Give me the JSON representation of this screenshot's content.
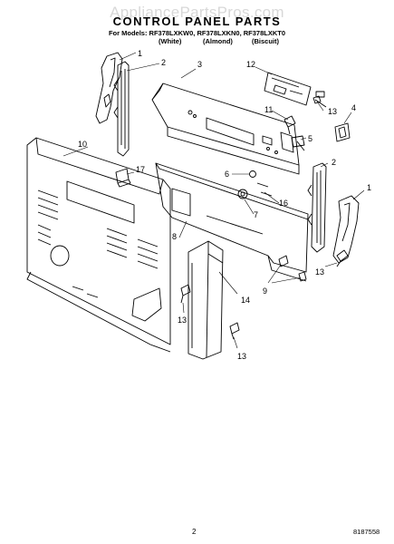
{
  "watermark": "AppliancePartsPros.com",
  "title": "CONTROL PANEL PARTS",
  "models_line": "For Models: RF378LXKW0, RF378LXKN0, RF378LXKT0",
  "variants": [
    "(White)",
    "(Almond)",
    "(Biscuit)"
  ],
  "callouts": [
    "1",
    "2",
    "3",
    "12",
    "13",
    "11",
    "4",
    "5",
    "6",
    "10",
    "17",
    "2",
    "1",
    "7",
    "16",
    "8",
    "9",
    "13",
    "14",
    "13",
    "13"
  ],
  "page_number": "2",
  "document_number": "8187558"
}
